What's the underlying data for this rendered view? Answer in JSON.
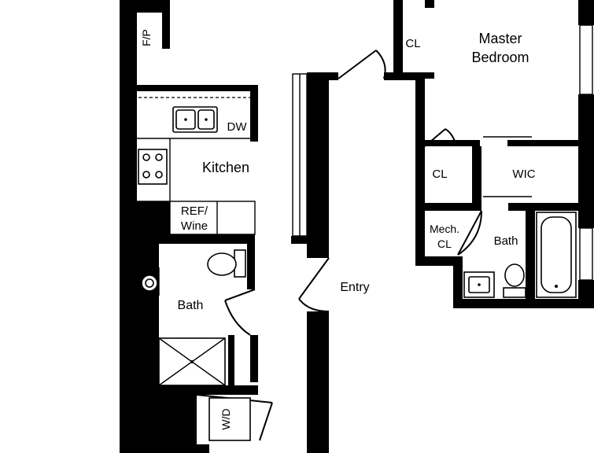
{
  "labels": {
    "fp": "F/P",
    "master_bedroom_line1": "Master",
    "master_bedroom_line2": "Bedroom",
    "cl_top": "CL",
    "dw": "DW",
    "kitchen": "Kitchen",
    "cl_mid": "CL",
    "wic": "WIC",
    "ref_line1": "REF/",
    "ref_line2": "Wine",
    "mech_line1": "Mech.",
    "mech_line2": "CL",
    "bath_right": "Bath",
    "entry": "Entry",
    "bath_left": "Bath",
    "wd": "W/D"
  },
  "colors": {
    "wall": "#000000",
    "background": "#ffffff"
  }
}
